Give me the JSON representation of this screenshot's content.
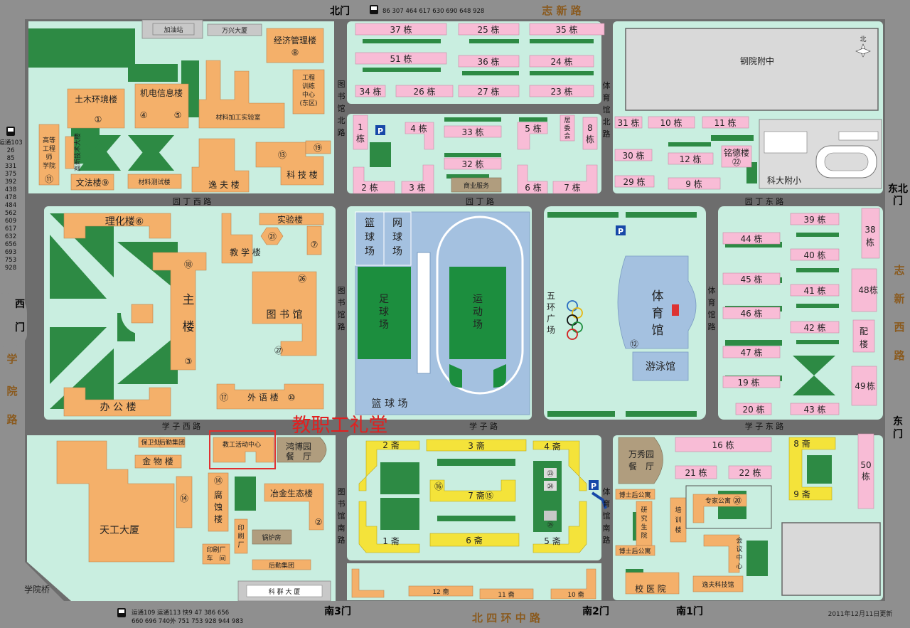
{
  "gates": {
    "north": "北门",
    "south3": "南3门",
    "south2": "南2门",
    "south1": "南1门",
    "ne_1": "东北",
    "ne_2": "门",
    "east_1": "东",
    "east_2": "门",
    "west_1": "西",
    "west_2": "门"
  },
  "streets": {
    "top": "志 新 路",
    "bottom": "北 四 环 中 路",
    "east": [
      "志",
      "新",
      "西",
      "路"
    ],
    "west": [
      "学",
      "院",
      "路"
    ]
  },
  "bus": {
    "north": "86 307 464 617 630 690 648 928",
    "south_1": "运通109 运通113 快9 47 386 656",
    "south_2": "660 696 740外 751 753 928 944 983",
    "west": [
      "运通103",
      "26",
      "85",
      "331",
      "375",
      "392",
      "438",
      "478",
      "484",
      "562",
      "609",
      "617",
      "632",
      "656",
      "693",
      "753",
      "928"
    ]
  },
  "roads": {
    "yuanding_w": "园 丁 西 路",
    "yuanding": "园 丁 路",
    "yuanding_e": "园 丁 东 路",
    "xuezi_w": "学 子 西 路",
    "xuezi": "学 子 路",
    "xuezi_e": "学 子 东 路",
    "lib_n": [
      "图",
      "书",
      "馆",
      "北",
      "路"
    ],
    "lib": [
      "图",
      "书",
      "馆",
      "路"
    ],
    "lib_s": [
      "图",
      "书",
      "馆",
      "南",
      "路"
    ],
    "gym_n": [
      "体",
      "育",
      "馆",
      "北",
      "路"
    ],
    "gym": [
      "体",
      "育",
      "馆",
      "路"
    ],
    "gym_s": [
      "体",
      "育",
      "馆",
      "南",
      "路"
    ]
  },
  "nw": {
    "gas": "加油站",
    "wanxing": "万兴大厦",
    "econ": "经济管理楼",
    "econ_n": "⑧",
    "civil": "土木环境楼",
    "civil_n": "①",
    "mech": "机电信息楼",
    "mech_n4": "④",
    "mech_n5": "⑤",
    "gongxun": [
      "工程",
      "训练",
      "中心",
      "(东区)"
    ],
    "matlab": "材料加工实验室",
    "gaodeng": [
      "高等",
      "工程",
      "师",
      "学院"
    ],
    "gaodeng_n": "⑪",
    "gaoxin": "高新技术大楼",
    "wenfa": "文法楼⑨",
    "mattest": "材料测试楼",
    "yifu": "逸 夫 楼",
    "keji": "科 技 楼",
    "keji_n13": "⑬",
    "keji_n19": "⑲"
  },
  "dorms_n": [
    "37 栋",
    "25 栋",
    "35 栋",
    "51 栋",
    "36 栋",
    "24 栋",
    "34 栋",
    "26 栋",
    "27 栋",
    "23 栋",
    "4 栋",
    "33 栋",
    "5 栋",
    "32 栋",
    "2 栋",
    "3 栋",
    "6 栋",
    "7 栋"
  ],
  "dorm1": [
    "1",
    "栋"
  ],
  "dorm8": [
    "8",
    "栋"
  ],
  "juwei": [
    "居",
    "委",
    "会"
  ],
  "shangye": "商业服务",
  "ne": {
    "ganfu": "钢院附中",
    "north": "北",
    "kefu": "科大附小",
    "mingde": "铭德楼",
    "mingde_n": "㉒"
  },
  "dorms_ne": [
    "31 栋",
    "10 栋",
    "11 栋",
    "30 栋",
    "12 栋",
    "29 栋",
    "9 栋"
  ],
  "center": {
    "lihua": "理化楼⑥",
    "shiyan": "实验楼",
    "n21": "㉑",
    "n7": "⑦",
    "jiaoxue": "教 学 楼",
    "zhu": "主",
    "lou": "楼",
    "n18": "⑱",
    "n3": "③",
    "n26": "㉖",
    "n27": "㉗",
    "lib": "图 书 馆",
    "bangong": "办 公 楼",
    "waiyu": "外 语 楼",
    "n17": "⑰",
    "n10": "⑩"
  },
  "sports": {
    "bask1": [
      "篮",
      "球",
      "场"
    ],
    "tennis": [
      "网",
      "球",
      "场"
    ],
    "soccer": [
      "足",
      "球",
      "场"
    ],
    "track": [
      "运",
      "动",
      "场"
    ],
    "bask2": "篮 球 场",
    "rings": [
      "五",
      "环",
      "广",
      "场"
    ],
    "gym": [
      "体",
      "育",
      "馆"
    ],
    "gym_n": "⑫",
    "swim": "游泳馆",
    "p": "P"
  },
  "dorms_e": [
    "39 栋",
    "44 栋",
    "40 栋",
    "45 栋",
    "41 栋",
    "46 栋",
    "42 栋",
    "47 栋",
    "19 栋",
    "20 栋",
    "43 栋"
  ],
  "d38": [
    "38",
    "栋"
  ],
  "d48": [
    "48",
    "栋"
  ],
  "d49": [
    "49",
    "栋"
  ],
  "peilou": [
    "配",
    "楼"
  ],
  "sw": {
    "annot": "教职工礼堂",
    "baowei": "保卫处",
    "houqin": "后勤集团",
    "jiaogong": "教工活动中心",
    "hongbo": [
      "鸿博园",
      "餐　厅"
    ],
    "jinwu": "金 物 楼",
    "n14": "⑭",
    "fushi": [
      "腐",
      "蚀",
      "楼"
    ],
    "yejin": "冶金生态楼",
    "n2": "②",
    "tiangong": "天工大厦",
    "yinshua": [
      "印",
      "刷",
      "厂"
    ],
    "guolu": "锅炉房",
    "yinshua2": [
      "印刷厂",
      "车　间"
    ],
    "houqin2": "后勤集团",
    "xueyuanqiao": "学院桥",
    "kequn": "科 群 大 厦"
  },
  "se": {
    "zhai2": "2 斋",
    "zhai3": "3 斋",
    "zhai4": "4 斋",
    "zhai7": "7 斋",
    "n15": "⑮",
    "n16": "⑯",
    "zhai1": "1 斋",
    "zhai6": "6 斋",
    "zhai5": "5 斋",
    "n23": "㉓",
    "n24": "㉔",
    "n25": "㉕",
    "zhai12": "12 斋",
    "zhai11": "11 斋",
    "zhai10": "10 斋",
    "wanxiu": [
      "万秀园",
      "餐　厅"
    ],
    "d16": "16 栋",
    "d21": "21 栋",
    "d22": "22 栋",
    "zhai8": "8 斋",
    "zhai9": "9 斋",
    "d50": [
      "50",
      "栋"
    ],
    "boshi1": "博士后公寓",
    "boshi2": "博士后公寓",
    "yanjiu": [
      "研",
      "究",
      "生",
      "院"
    ],
    "peixun": [
      "培",
      "训",
      "楼"
    ],
    "zhuanjia": "专家公寓",
    "n20": "⑳",
    "huiyi": [
      "会",
      "议",
      "中",
      "心"
    ],
    "xiaoyi": "校 医 院",
    "yifukeji": "逸夫科技馆"
  },
  "footer": "2011年12月11日更新"
}
